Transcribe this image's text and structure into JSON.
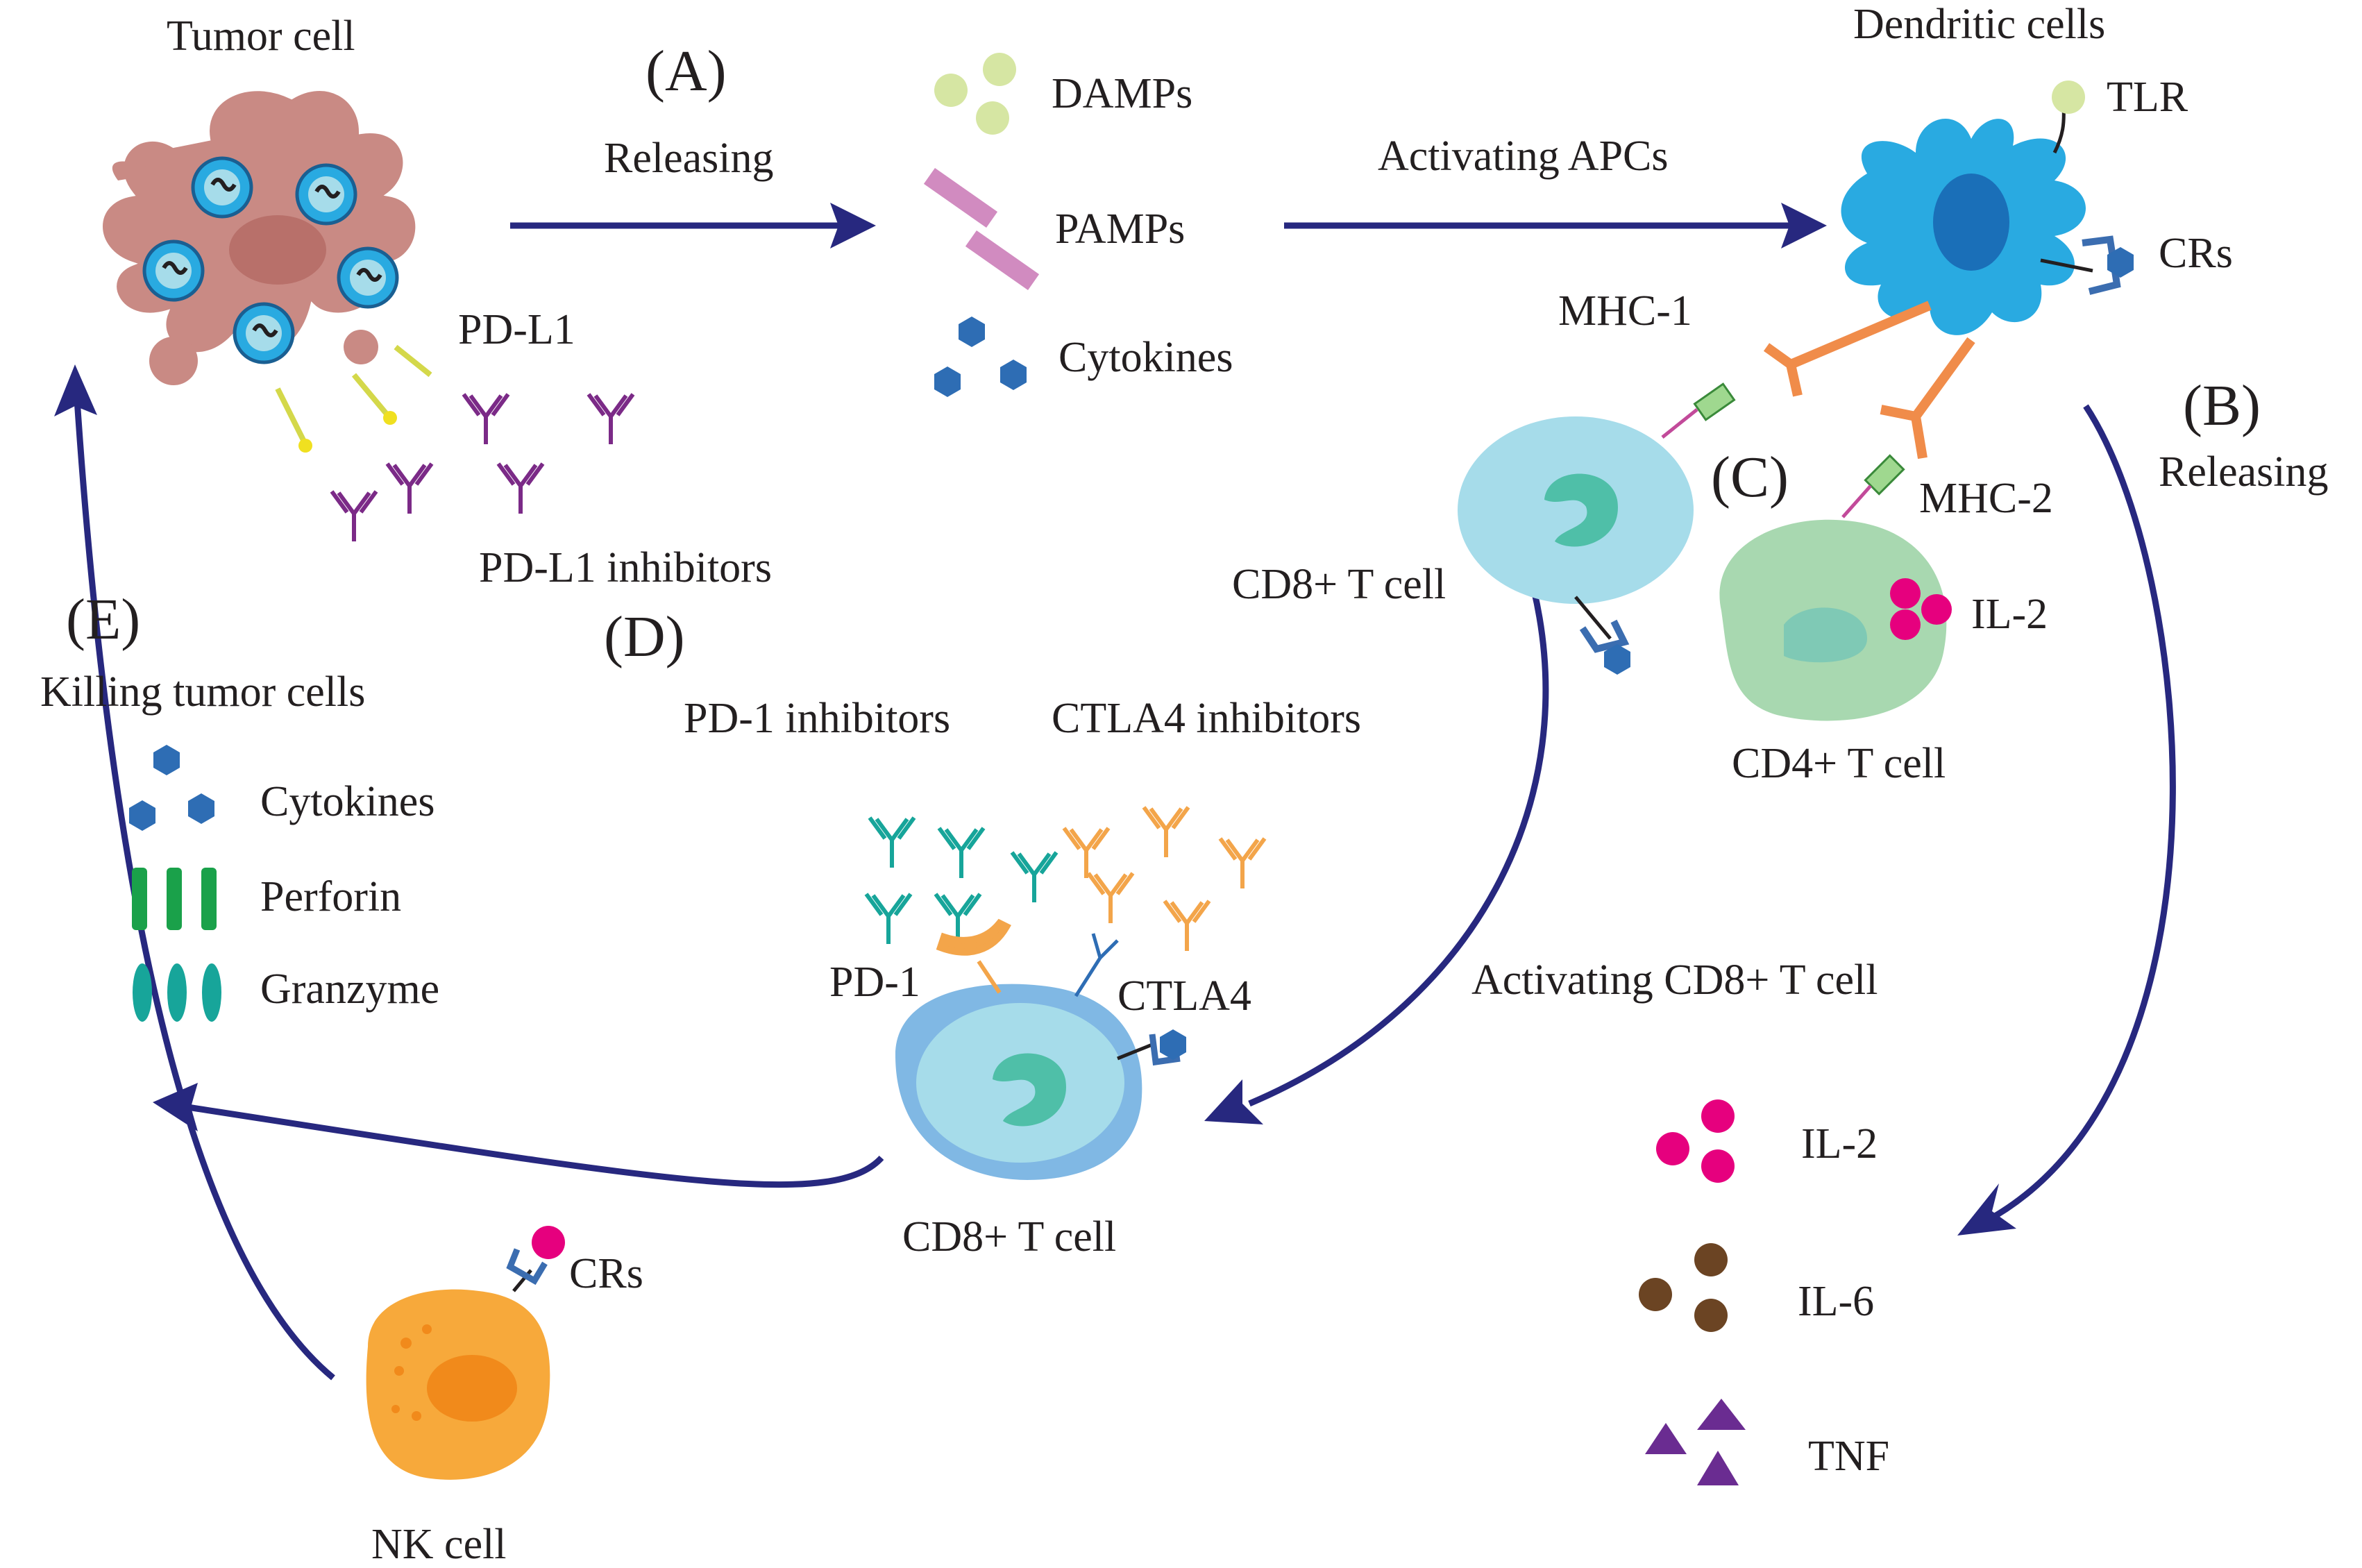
{
  "labels": {
    "tumor_cell": "Tumor cell",
    "step_a": "(A)",
    "releasing_a": "Releasing",
    "damps": "DAMPs",
    "pamps": "PAMPs",
    "cytokines_top": "Cytokines",
    "activating_apcs": "Activating APCs",
    "dendritic_cells": "Dendritic cells",
    "tlr": "TLR",
    "crs_dc": "CRs",
    "mhc1": "MHC-1",
    "mhc2": "MHC-2",
    "step_b": "(B)",
    "releasing_b": "Releasing",
    "step_c": "(C)",
    "pd_l1": "PD-L1",
    "pd_l1_inhibitors": "PD-L1 inhibitors",
    "cd8_top": "CD8+ T cell",
    "il2_cd4": "IL-2",
    "cd4": "CD4+ T cell",
    "step_e": "(E)",
    "killing": "Killing tumor cells",
    "step_d": "(D)",
    "pd1_inhibitors": "PD-1 inhibitors",
    "ctla4_inhibitors": "CTLA4 inhibitors",
    "cytokines_left": "Cytokines",
    "perforin": "Perforin",
    "granzyme": "Granzyme",
    "pd1": "PD-1",
    "ctla4": "CTLA4",
    "activating_cd8": "Activating CD8+ T cell",
    "cd8_bottom": "CD8+ T cell",
    "crs_nk": "CRs",
    "nk_cell": "NK cell",
    "il2": "IL-2",
    "il6": "IL-6",
    "tnf": "TNF"
  },
  "colors": {
    "arrow": "#27287f",
    "tumor": "#c98a84",
    "dendritic": "#29aae1",
    "t_cell": "#a6dcea",
    "cd4": "#a8d8b0",
    "nk": "#f7a93b",
    "il2": "#e6007e",
    "il6": "#6b4423",
    "tnf": "#6a2c91",
    "cytokine": "#2e6db4",
    "perforin": "#1aa14a",
    "granzyme": "#17a59a",
    "pd1_antibody": "#17a59a",
    "ctla4_antibody": "#f3a54a",
    "pdl1_antibody": "#7b2a87",
    "mhc": "#f08c4a",
    "damps": "#d6e6a3",
    "pamps": "#d18bc0"
  }
}
